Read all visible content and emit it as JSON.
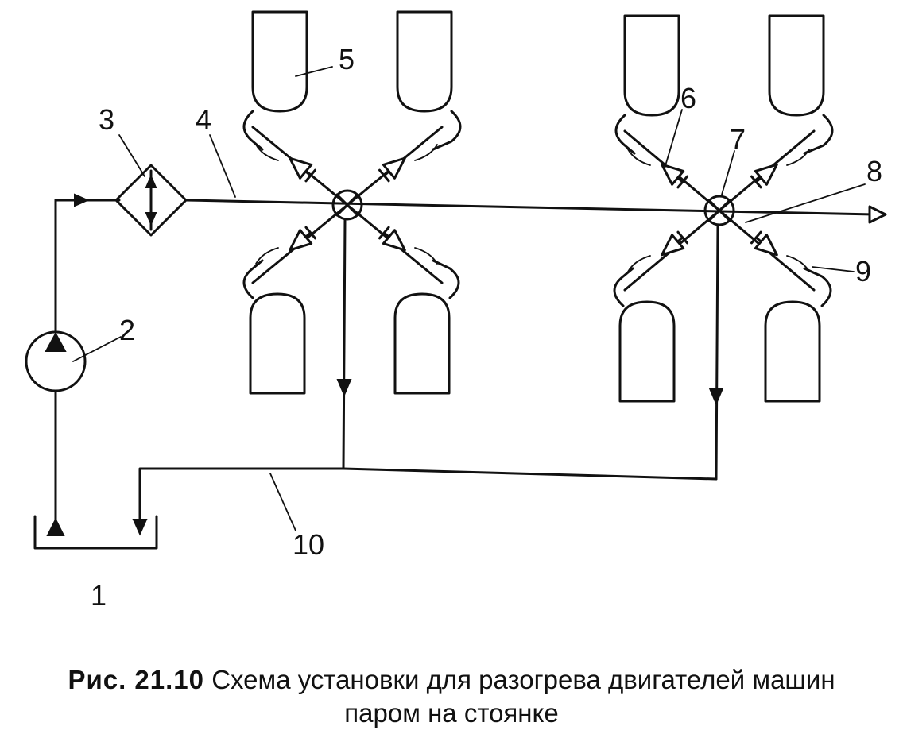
{
  "labels": {
    "l1": "1",
    "l2": "2",
    "l3": "3",
    "l4": "4",
    "l5": "5",
    "l6": "6",
    "l7": "7",
    "l8": "8",
    "l9": "9",
    "l10": "10"
  },
  "caption": {
    "prefix": "Рис. 21.10",
    "line1": "Схема установки для разогрева двигателей машин",
    "line2": "паром на стоянке"
  }
}
